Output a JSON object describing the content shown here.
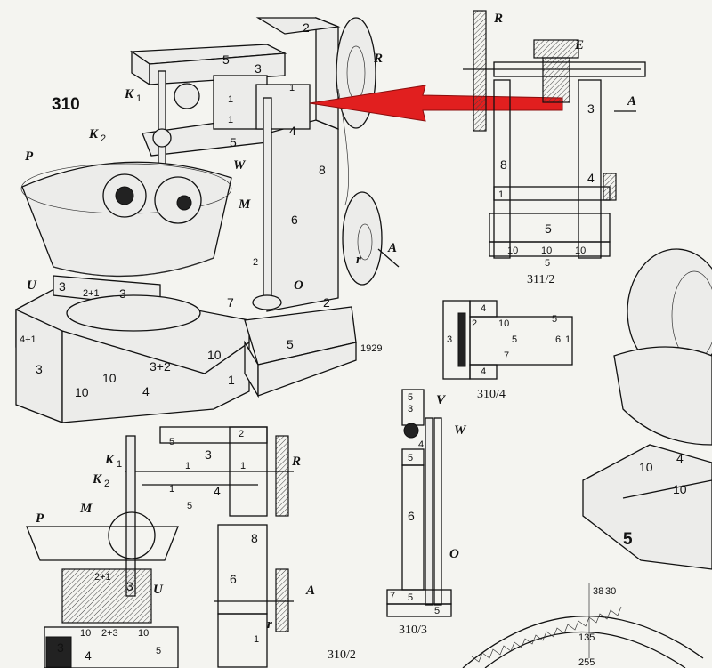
{
  "figure_number": "310",
  "captions": {
    "fig_310_2": "310/2",
    "fig_310_3": "310/3",
    "fig_310_4": "310/4",
    "fig_311_2": "311/2"
  },
  "signature": "1929",
  "arrow_color": "#e11f1f",
  "main": {
    "labels": {
      "R": "R",
      "K1": "K",
      "K1_sub": "1",
      "K2": "K",
      "K2_sub": "2",
      "W": "W",
      "P": "P",
      "M": "M",
      "U": "U",
      "A": "A",
      "r": "r",
      "O": "O"
    },
    "numbers": {
      "n2_top": "2",
      "n5_arm": "5",
      "n3_arm": "3",
      "n1a": "1",
      "n1b": "1",
      "n1c": "1",
      "n5_low": "5",
      "n4": "4",
      "n8": "8",
      "n6": "6",
      "n3_base": "3",
      "n2p1": "2+1",
      "n3_ring": "3",
      "n2_block": "2",
      "n7": "7",
      "n2_base": "2",
      "n5_base": "5",
      "n41": "4+1",
      "n3_left": "3",
      "n10_a": "10",
      "n3p2": "3+2",
      "n10_b": "10",
      "n1_base": "1",
      "n4_base": "4",
      "n10_front": "10"
    }
  },
  "fig_311_2": {
    "labels": {
      "R": "R",
      "E": "E",
      "A": "A"
    },
    "numbers": {
      "n3": "3",
      "n8": "8",
      "n4": "4",
      "n1": "1",
      "n5": "5",
      "n10a": "10",
      "n10b": "10",
      "n10c": "10",
      "n5_bottom": "5"
    }
  },
  "fig_310_4": {
    "numbers": {
      "n4_top": "4",
      "n2": "2",
      "n10": "10",
      "n5_right": "5",
      "n3": "3",
      "n5_mid": "5",
      "n6": "6",
      "n1": "1",
      "n4_bottom": "4",
      "n7": "7"
    }
  },
  "fig_310_3": {
    "labels": {
      "V": "V",
      "W": "W",
      "O": "O"
    },
    "numbers": {
      "n5a": "5",
      "n3": "3",
      "n4": "4",
      "n5b": "5",
      "n6": "6",
      "n7": "7",
      "n5c": "5",
      "n5d": "5"
    }
  },
  "fig_310_2": {
    "labels": {
      "K1": "K",
      "K1_sub": "1",
      "K2": "K",
      "K2_sub": "2",
      "R": "R",
      "P": "P",
      "M": "M",
      "U": "U",
      "A": "A",
      "r": "r"
    },
    "numbers": {
      "n5a": "5",
      "n2": "2",
      "n3": "3",
      "n1a": "1",
      "n1b": "1",
      "n4": "4",
      "n1c": "1",
      "n5b": "5",
      "n8": "8",
      "n6": "6",
      "n2p1": "2+1",
      "n3u": "3",
      "n10a": "10",
      "n2p3": "2+3",
      "n3b": "3",
      "n4b": "4",
      "n10b": "10",
      "n5c": "5",
      "n1d": "1"
    }
  },
  "gear_detail": {
    "d1": "38",
    "d2": "30",
    "d3": "135",
    "d4": "255"
  },
  "right_crop": {
    "n10a": "10",
    "n4": "4",
    "n10b": "10",
    "n5": "5"
  }
}
